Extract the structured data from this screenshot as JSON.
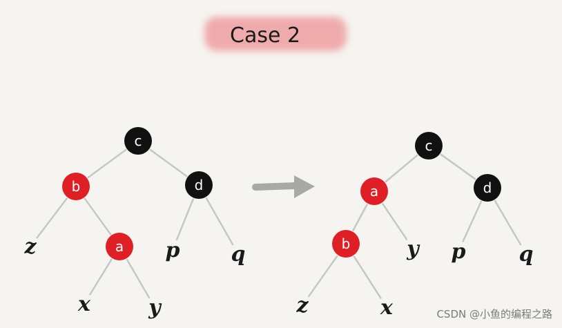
{
  "title": "Case 2",
  "colors": {
    "background": "#f5f4f0",
    "red_node": "#df1f26",
    "black_node": "#111111",
    "banner": "#ef9fa0",
    "arrow": "#a9a9a4",
    "edge": "#c6c6c3"
  },
  "left_tree": {
    "nodes": [
      {
        "id": "c",
        "label": "c",
        "color": "black"
      },
      {
        "id": "b",
        "label": "b",
        "color": "red"
      },
      {
        "id": "d",
        "label": "d",
        "color": "black"
      },
      {
        "id": "a",
        "label": "a",
        "color": "red"
      }
    ],
    "leaves": [
      {
        "id": "z",
        "label": "z"
      },
      {
        "id": "x",
        "label": "x"
      },
      {
        "id": "y",
        "label": "y"
      },
      {
        "id": "p",
        "label": "p"
      },
      {
        "id": "q",
        "label": "q"
      }
    ],
    "edges": [
      [
        "c",
        "b"
      ],
      [
        "c",
        "d"
      ],
      [
        "b",
        "z"
      ],
      [
        "b",
        "a"
      ],
      [
        "a",
        "x"
      ],
      [
        "a",
        "y"
      ],
      [
        "d",
        "p"
      ],
      [
        "d",
        "q"
      ]
    ]
  },
  "right_tree": {
    "nodes": [
      {
        "id": "c",
        "label": "c",
        "color": "black"
      },
      {
        "id": "a",
        "label": "a",
        "color": "red"
      },
      {
        "id": "d",
        "label": "d",
        "color": "black"
      },
      {
        "id": "b",
        "label": "b",
        "color": "red"
      }
    ],
    "leaves": [
      {
        "id": "z",
        "label": "z"
      },
      {
        "id": "x",
        "label": "x"
      },
      {
        "id": "y",
        "label": "y"
      },
      {
        "id": "p",
        "label": "p"
      },
      {
        "id": "q",
        "label": "q"
      }
    ],
    "edges": [
      [
        "c",
        "a"
      ],
      [
        "c",
        "d"
      ],
      [
        "a",
        "b"
      ],
      [
        "a",
        "y"
      ],
      [
        "b",
        "z"
      ],
      [
        "b",
        "x"
      ],
      [
        "d",
        "p"
      ],
      [
        "d",
        "q"
      ]
    ]
  },
  "arrow_icon": "right-arrow-icon",
  "watermark": "CSDN @小鱼的编程之路"
}
